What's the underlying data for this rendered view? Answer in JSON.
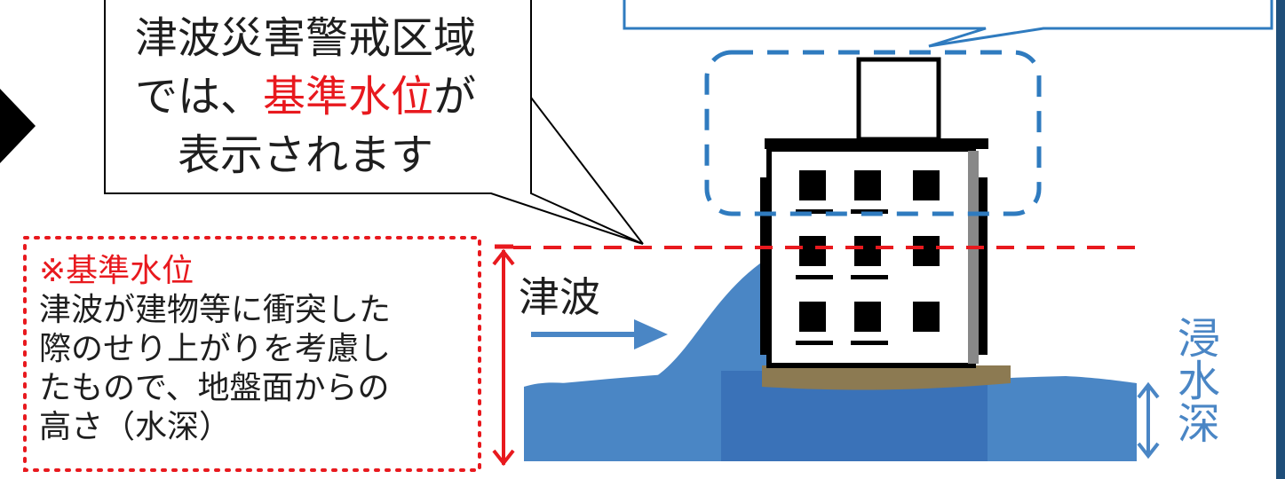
{
  "callout": {
    "line1": "津波災害警戒区域",
    "line2_pre": "では、",
    "line2_highlight": "基準水位",
    "line2_post": "が",
    "line3": "表示されます"
  },
  "note": {
    "heading": "※基準水位",
    "line1": "津波が建物等に衝突した",
    "line2": "際のせり上がりを考慮し",
    "line3": "たもので、地盤面からの",
    "line4": "高さ（水深）"
  },
  "labels": {
    "tsunami": "津波",
    "inundation_depth": "浸水深"
  },
  "colors": {
    "highlight_red": "#e8191e",
    "water_blue": "#4a86c5",
    "water_deep": "#3a72b8",
    "dashed_blue": "#2f7bbf",
    "ground": "#8c7a52"
  }
}
